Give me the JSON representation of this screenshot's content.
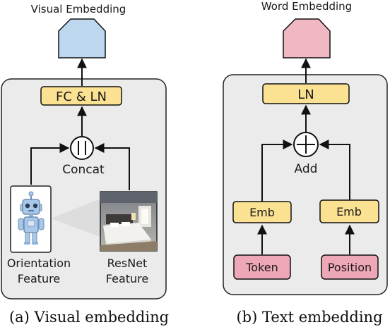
{
  "visual": {
    "output_label": "Visual Embedding",
    "fc_ln_label": "FC & LN",
    "concat_label": "Concat",
    "orientation_label_line1": "Orientation",
    "orientation_label_line2": "Feature",
    "resnet_label_line1": "ResNet",
    "resnet_label_line2": "Feature",
    "caption": "(a) Visual embedding"
  },
  "text": {
    "output_label": "Word Embedding",
    "ln_label": "LN",
    "add_label": "Add",
    "emb_left_label": "Emb",
    "emb_right_label": "Emb",
    "token_label": "Token",
    "position_label": "Position",
    "caption": "(b) Text embedding"
  },
  "colors": {
    "visual_output": "#bcd7ee",
    "text_output": "#f0b8c3",
    "yellow_box": "#fbe292",
    "pink_box": "#eea7b6",
    "panel": "#ebebeb",
    "robot": "#a9c7e8"
  }
}
